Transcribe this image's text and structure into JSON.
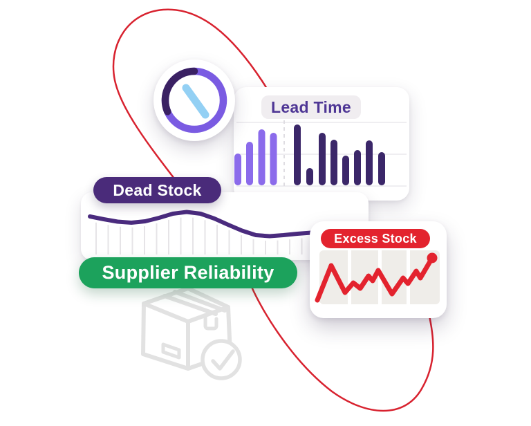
{
  "labels": {
    "lead_time": "Lead Time",
    "dead_stock": "Dead Stock",
    "supplier_reliability": "Supplier Reliability",
    "excess_stock": "Excess Stock"
  },
  "colors": {
    "background": "#FFFFFF",
    "curve_red": "#D8222F",
    "chart_red": "#E3232E",
    "excess_pill_bg": "#E3232E",
    "green_pill_bg": "#1CA25C",
    "dead_pill_bg": "#4A2B7A",
    "wave_line": "#4A2B7E",
    "bar_light": "#8B6BEB",
    "bar_dark": "#3B2769",
    "ring_purple": "#7A5BE2",
    "ring_dark": "#3A2163",
    "hand_blue": "#93D0F4",
    "lead_text": "#4E3695",
    "tab_bg": "#F0EDF0",
    "panel_bg": "#EFEDE9",
    "grid_gray": "#E6E4E7",
    "icon_gray": "#E2E2E2",
    "text_white": "#FFFFFF"
  },
  "icons": [
    {
      "name": "timer-icon",
      "meaning": "circular timer with purple ring segment and blue hand"
    },
    {
      "name": "package-box-icon",
      "meaning": "outlined shipping box with tape, label and check badge"
    },
    {
      "name": "check-icon",
      "meaning": "checkmark inside circle"
    }
  ],
  "chart_data": [
    {
      "type": "bar",
      "title": "Lead Time",
      "series": [
        {
          "name": "light-purple-bars",
          "values": [
            46,
            63,
            81,
            76
          ]
        },
        {
          "name": "dark-purple-bars",
          "values": [
            88,
            25,
            76,
            66,
            43,
            51,
            65,
            48
          ]
        }
      ],
      "ylim": [
        0,
        100
      ],
      "grid": true,
      "legend": "none",
      "note": "decorative chart, relative heights, dashed divider between groups"
    },
    {
      "type": "line",
      "title": "Dead Stock",
      "values": [
        63,
        59,
        55.5,
        54,
        56,
        61,
        67,
        69.5,
        67,
        60,
        51,
        42.5,
        36,
        34.5,
        36,
        38,
        39.5,
        40.5,
        41,
        42,
        42.5
      ],
      "ylim": [
        0,
        100
      ],
      "grid": true,
      "note": "smooth wave, relative heights, comb gridlines beneath curve"
    },
    {
      "type": "line",
      "title": "Excess Stock",
      "x": [
        11,
        31,
        51,
        63,
        73,
        85,
        91,
        99,
        119,
        135,
        142,
        154,
        160,
        177
      ],
      "values": [
        4,
        54,
        15,
        29,
        21,
        39,
        32,
        47,
        13,
        36,
        28,
        46,
        36,
        65
      ],
      "ylim": [
        0,
        100
      ],
      "end_dot": true,
      "note": "jagged rising trend line with dot marker at end"
    }
  ]
}
